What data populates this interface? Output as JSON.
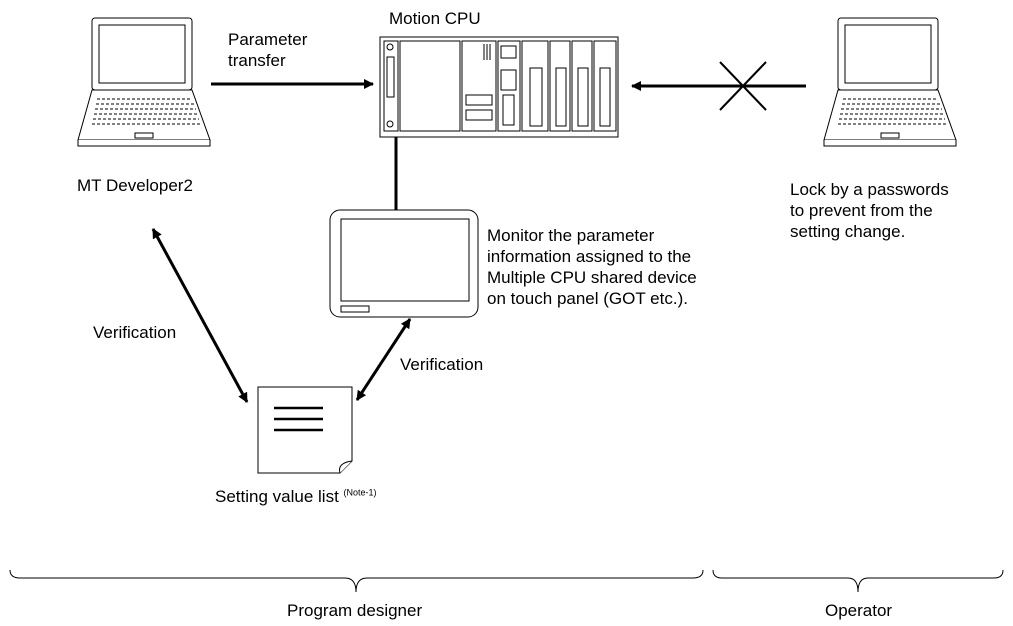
{
  "labels": {
    "motion_cpu": "Motion CPU",
    "parameter_transfer_line1": "Parameter",
    "parameter_transfer_line2": "transfer",
    "developer": "MT Developer2",
    "lock_line1": "Lock by a passwords",
    "lock_line2": "to prevent from the",
    "lock_line3": "setting change.",
    "monitor_line1": "Monitor the parameter",
    "monitor_line2": "information assigned to the",
    "monitor_line3": "Multiple CPU shared device",
    "monitor_line4": "on touch panel (GOT etc.).",
    "verification_left": "Verification",
    "verification_right": "Verification",
    "setting_list": "Setting value list",
    "setting_list_note": "(Note-1)",
    "program_designer": "Program designer",
    "operator": "Operator"
  },
  "icons": {
    "laptop": "laptop-icon",
    "plc": "motion-cpu-rack-icon",
    "touch_panel": "touch-panel-icon",
    "document": "document-icon",
    "blocked": "cross-icon"
  }
}
